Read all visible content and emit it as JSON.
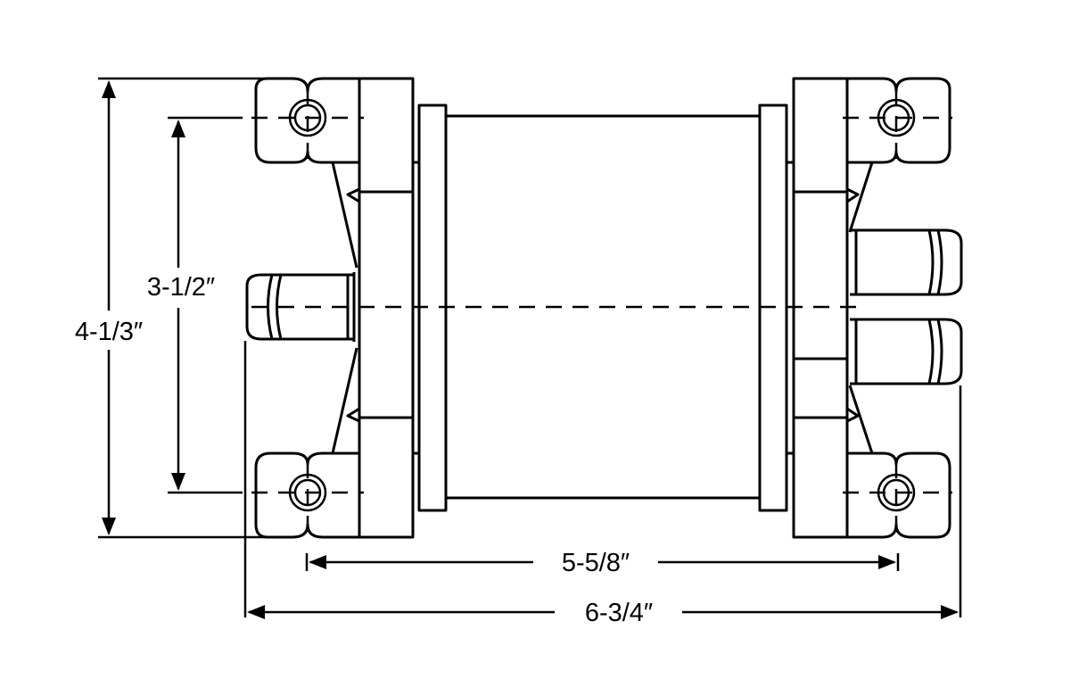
{
  "dimensions": {
    "overall_height": "4-1/3″",
    "bolt_spacing": "3-1/2″",
    "flange_spacing": "5-5/8″",
    "overall_width": "6-3/4″"
  },
  "colors": {
    "line": "#000000",
    "background": "#ffffff"
  }
}
